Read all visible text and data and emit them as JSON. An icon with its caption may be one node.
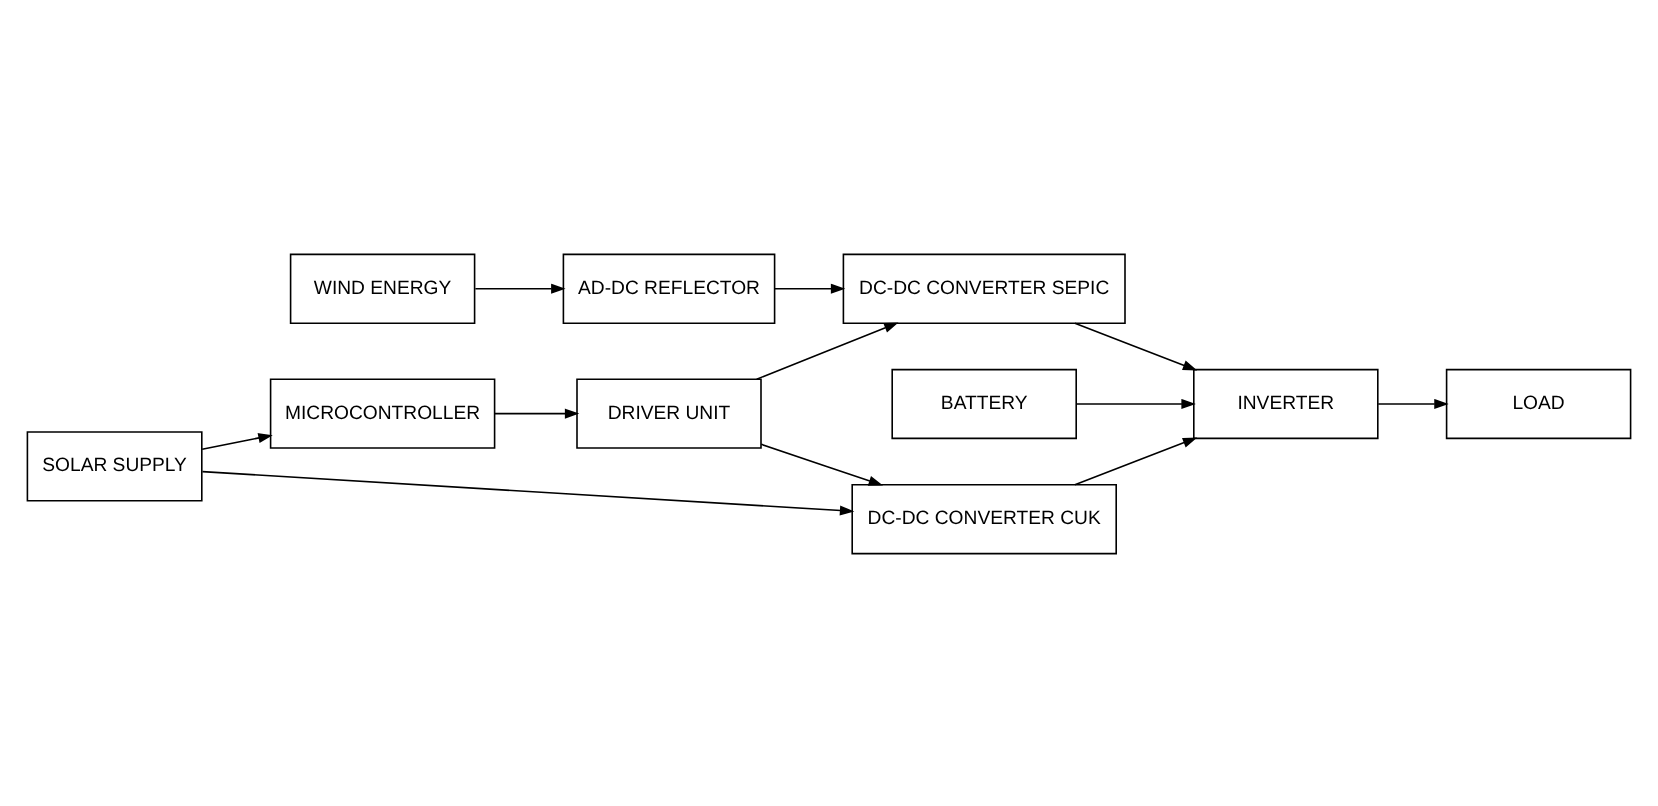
{
  "diagram": {
    "nodes": [
      {
        "text": [
          "WIND ENERGY"
        ]
      },
      {
        "text": [
          "AD-DC REFLECTOR"
        ]
      },
      {
        "text": [
          "DC-DC CONVERTER SEPIC"
        ]
      },
      {
        "text": [
          "BATTERY"
        ]
      },
      {
        "text": [
          "MICROCONTROLLER"
        ]
      },
      {
        "text": [
          "DRIVER UNIT"
        ]
      },
      {
        "text": [
          "INVERTER"
        ]
      },
      {
        "text": [
          "LOAD"
        ]
      },
      {
        "text": [
          "DC-DC CONVERTER CUK"
        ]
      },
      {
        "text": [
          "SOLAR SUPPLY"
        ]
      }
    ],
    "edges": [
      {
        "from": 0,
        "to": 1,
        "arrow": "to"
      },
      {
        "from": 1,
        "to": 2,
        "arrow": "to"
      },
      {
        "from": 5,
        "to": 2,
        "arrow": "to"
      },
      {
        "from": 4,
        "to": 5,
        "arrow": "to"
      },
      {
        "from": 5,
        "to": 8,
        "arrow": "to"
      },
      {
        "from": 9,
        "to": 8,
        "arrow": "to"
      },
      {
        "from": 9,
        "to": 4,
        "arrow": "to"
      },
      {
        "from": 2,
        "to": 6,
        "arrow": "to"
      },
      {
        "from": 8,
        "to": 6,
        "arrow": "to"
      },
      {
        "from": 3,
        "to": 6,
        "arrow": "to"
      },
      {
        "from": 6,
        "to": 7,
        "arrow": "to"
      }
    ]
  }
}
